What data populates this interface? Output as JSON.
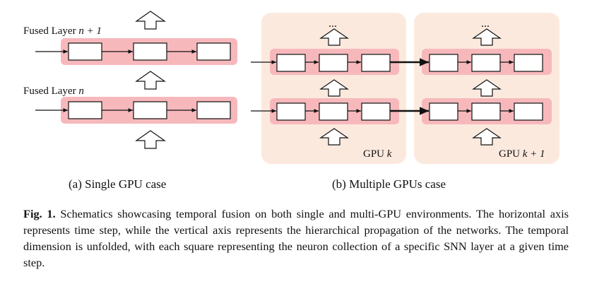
{
  "panel_a": {
    "layer_top_label_prefix": "Fused Layer ",
    "layer_top_label_var": "n + 1",
    "layer_bottom_label_prefix": "Fused Layer ",
    "layer_bottom_label_var": "n",
    "subcaption": "(a) Single GPU case"
  },
  "panel_b": {
    "ellipsis": "...",
    "gpu_left_label_prefix": "GPU ",
    "gpu_left_label_var": "k",
    "gpu_right_label_prefix": "GPU ",
    "gpu_right_label_var": "k + 1",
    "subcaption": "(b) Multiple GPUs case"
  },
  "caption": {
    "label": "Fig. 1.",
    "text": " Schematics showcasing temporal fusion on both single and multi-GPU environments. The horizontal axis represents time step, while the vertical axis represents the hierarchical propagation of the networks. The temporal dimension is unfolded, with each square representing the neuron collection of a specific SNN layer at a given time step."
  },
  "colors": {
    "layer_band": "#f7b8bc",
    "gpu_panel": "#fce9de",
    "box_fill": "#ffffff",
    "stroke": "#111111"
  }
}
